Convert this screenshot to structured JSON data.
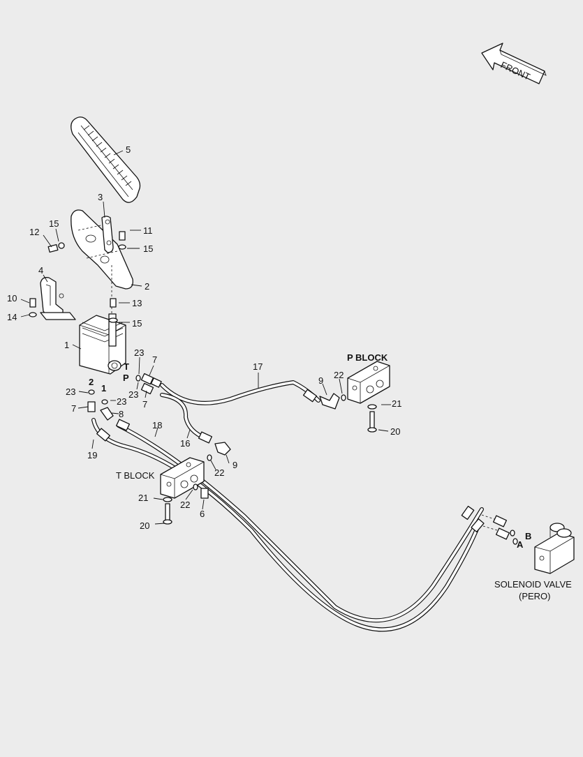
{
  "direction": {
    "label": "FRONT"
  },
  "blocks": {
    "p_block": "P BLOCK",
    "t_block": "T BLOCK",
    "solenoid_valve_line1": "SOLENOID VALVE",
    "solenoid_valve_line2": "(PERO)"
  },
  "ports": {
    "T": "T",
    "P": "P",
    "two": "2",
    "one": "1",
    "A": "A",
    "B": "B"
  },
  "callouts": {
    "c1": "1",
    "c2": "2",
    "c3": "3",
    "c4": "4",
    "c5": "5",
    "c6": "6",
    "c7a": "7",
    "c7b": "7",
    "c7c": "7",
    "c8": "8",
    "c9a": "9",
    "c9b": "9",
    "c10": "10",
    "c11": "11",
    "c12": "12",
    "c13": "13",
    "c14": "14",
    "c15a": "15",
    "c15b": "15",
    "c15c": "15",
    "c16": "16",
    "c17": "17",
    "c18": "18",
    "c19": "19",
    "c20a": "20",
    "c20b": "20",
    "c21a": "21",
    "c21b": "21",
    "c22a": "22",
    "c22b": "22",
    "c22c": "22",
    "c23a": "23",
    "c23b": "23",
    "c23c": "23",
    "c23d": "23"
  }
}
